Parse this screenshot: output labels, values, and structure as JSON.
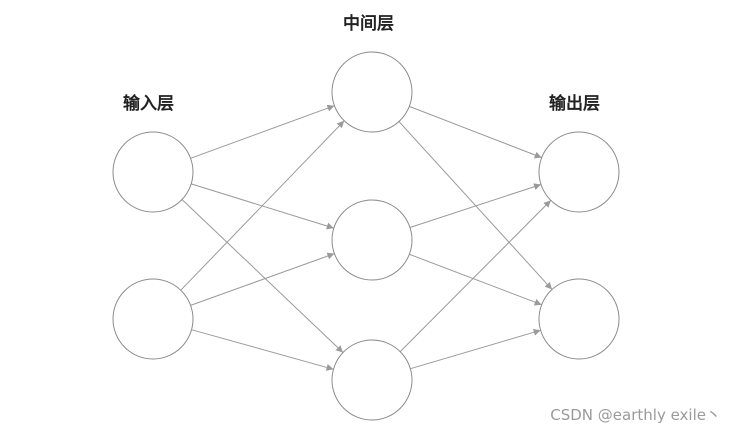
{
  "layers": {
    "input": {
      "label": "输入层",
      "node_count": 2
    },
    "hidden": {
      "label": "中间层",
      "node_count": 3
    },
    "output": {
      "label": "输出层",
      "node_count": 2
    }
  },
  "connections": "fully-connected",
  "colors": {
    "node_stroke": "#8c8c8c",
    "edge_stroke": "#9a9a9a",
    "label_text": "#222222",
    "watermark_text": "#9a9a9a"
  },
  "watermark": "CSDN @earthly exile丶"
}
